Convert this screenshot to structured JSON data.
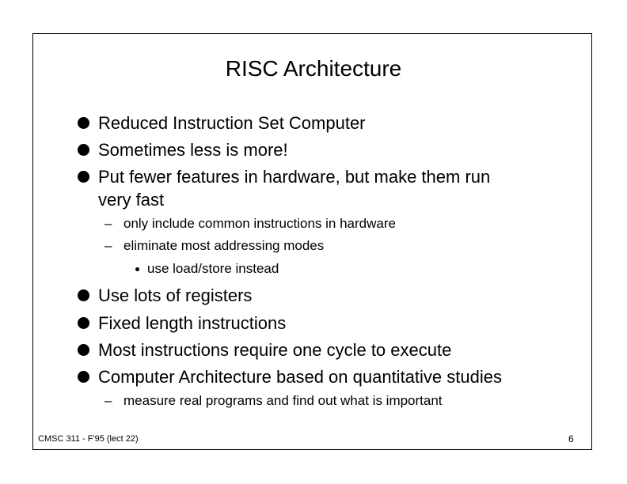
{
  "title": "RISC Architecture",
  "bullets": [
    "Reduced Instruction Set Computer",
    "Sometimes less is more!",
    "Put fewer features in hardware, but make them run",
    "very fast",
    "Use lots of registers",
    "Fixed length instructions",
    "Most instructions require one cycle to execute",
    "Computer Architecture based on quantitative studies"
  ],
  "sub_bullets": [
    "only include common instructions in hardware",
    "eliminate most addressing modes",
    "measure real programs and find out what is important"
  ],
  "sub_sub_bullets": [
    "use load/store instead"
  ],
  "dash_glyph": "–",
  "footer": "CMSC 311 - F'95 (lect 22)",
  "page_number": "6"
}
